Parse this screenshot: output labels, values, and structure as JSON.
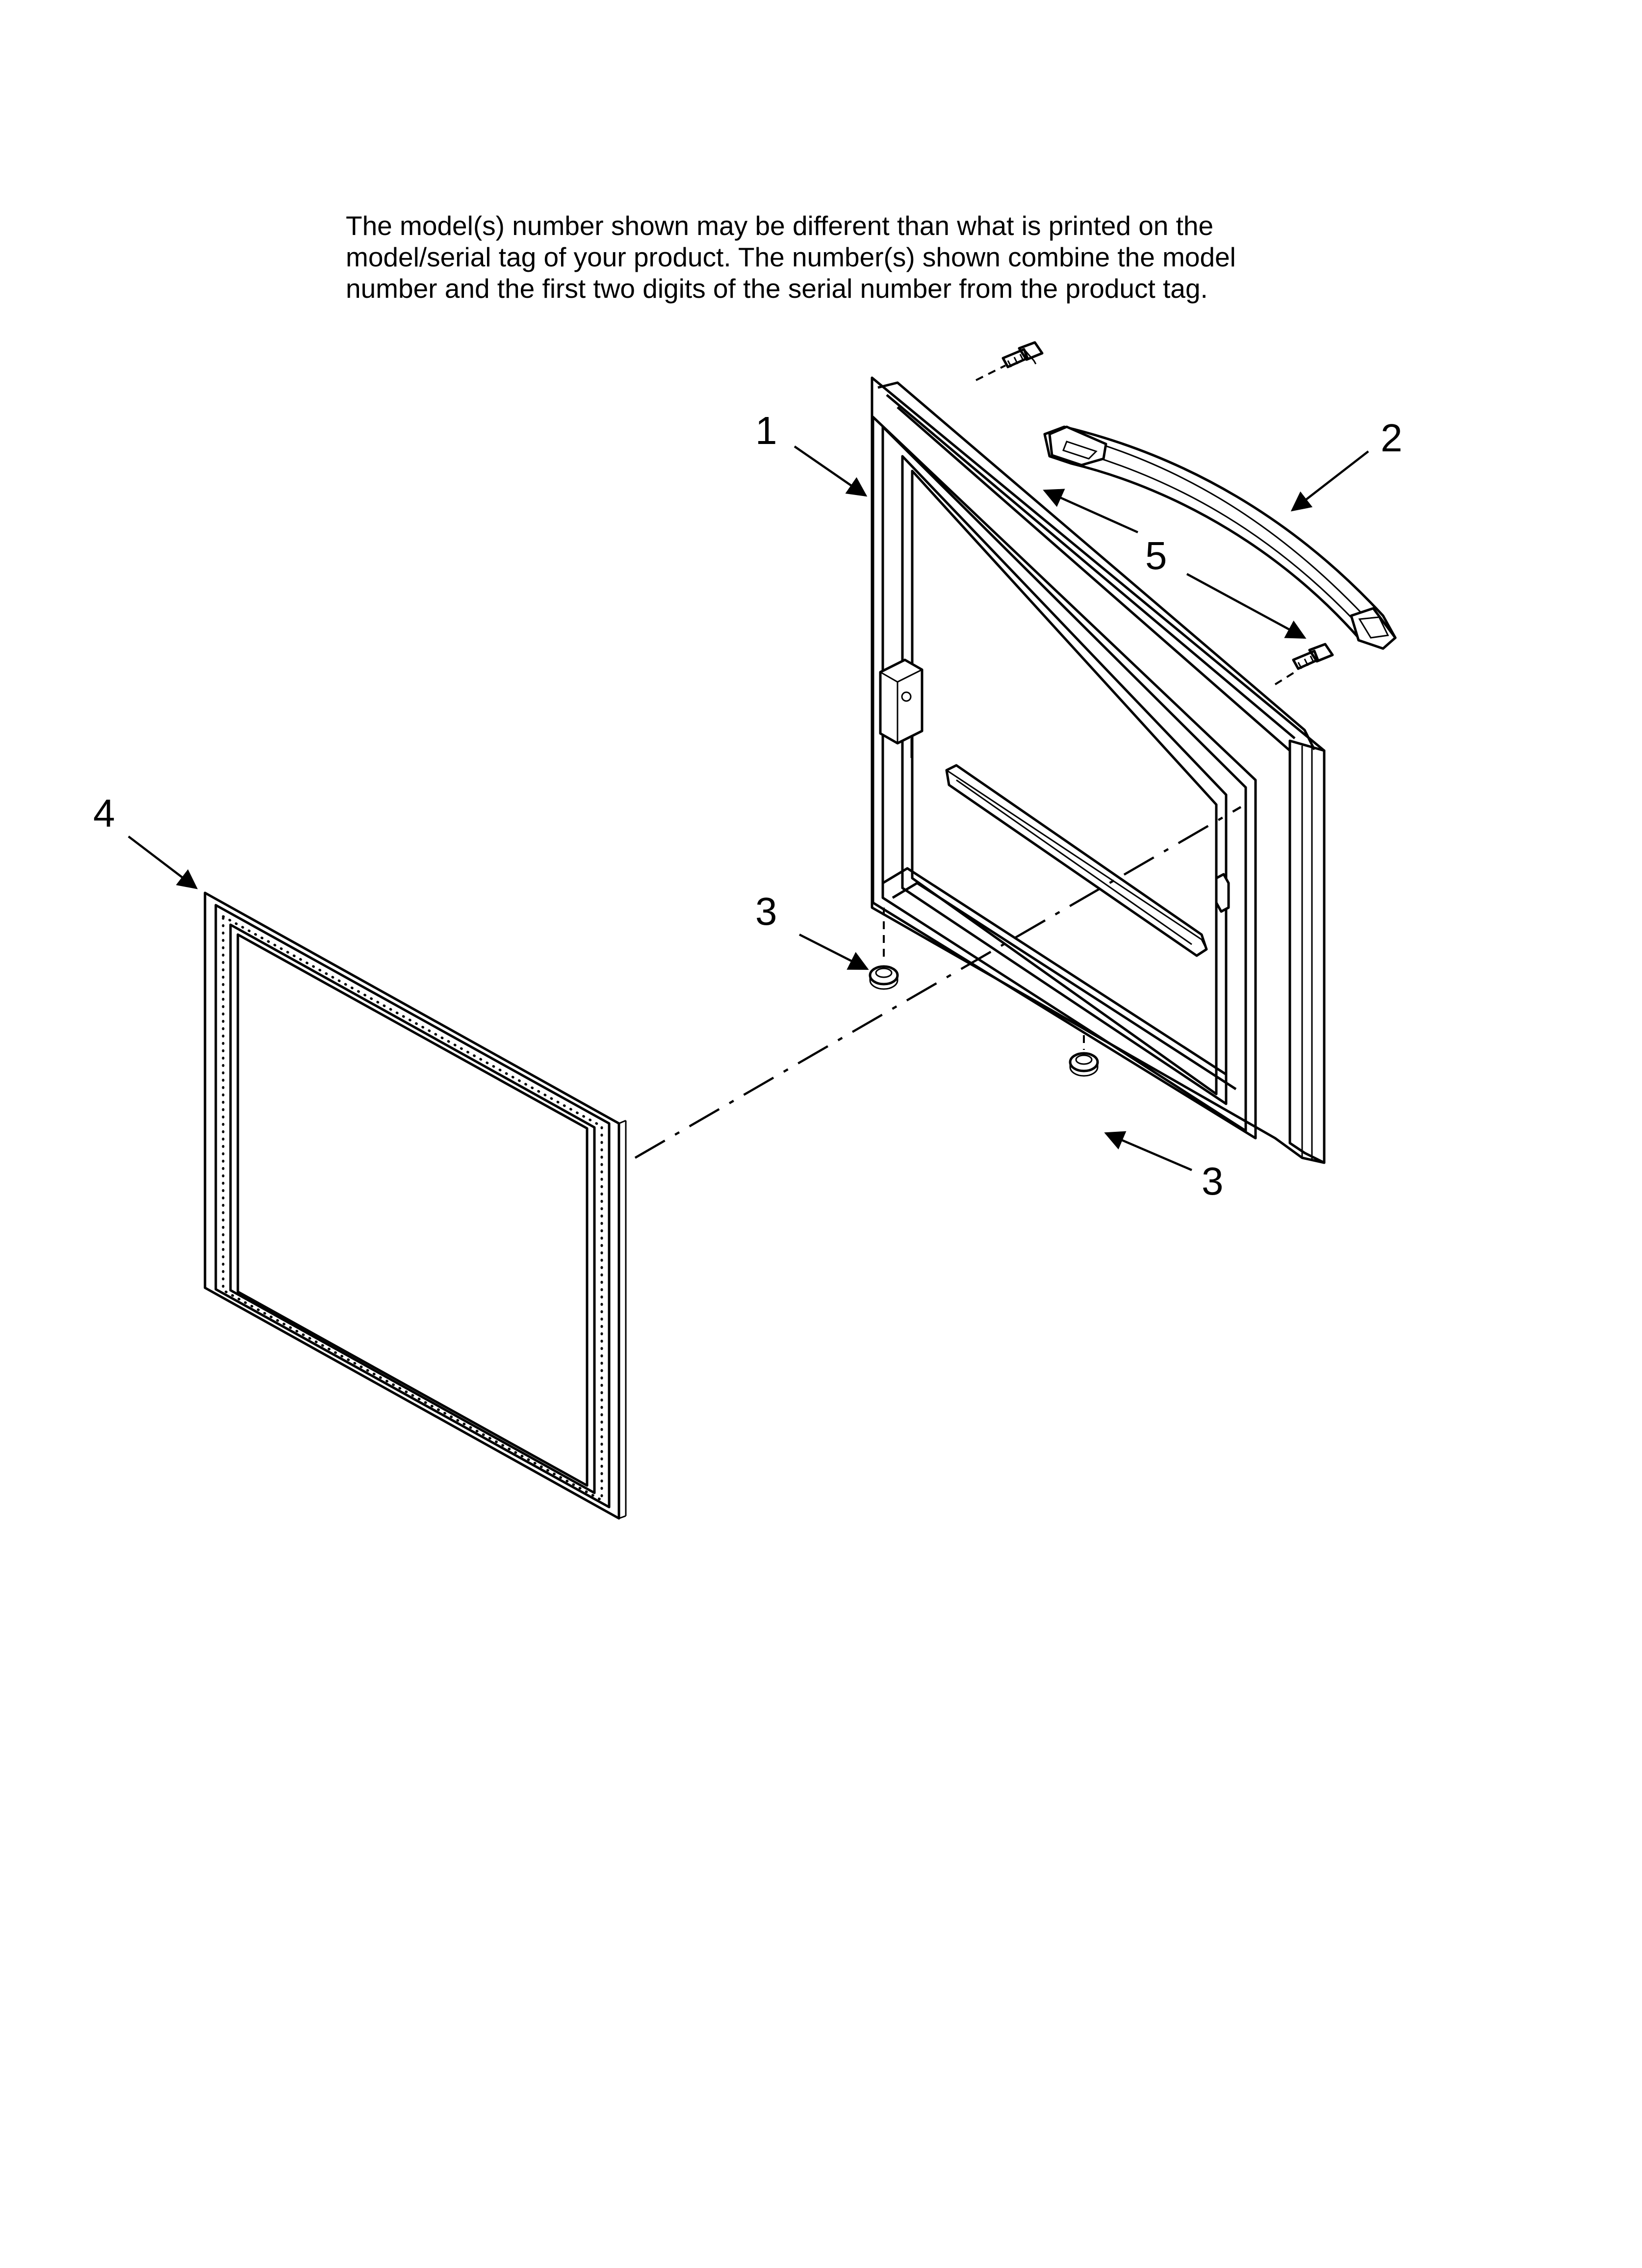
{
  "notice": {
    "lines": [
      "The model(s) number shown may be different than what is printed on the",
      "model/serial tag of your product. The number(s) shown combine the model",
      "number and the first two digits of the serial number from the product tag."
    ]
  },
  "callouts": {
    "door": "1",
    "handle": "2",
    "bumper_left": "3",
    "bumper_right": "3",
    "gasket": "4",
    "screws": "5"
  }
}
